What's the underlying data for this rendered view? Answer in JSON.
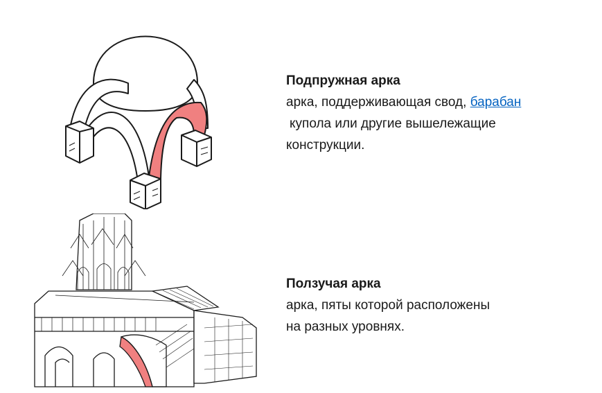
{
  "colors": {
    "highlight": "#f08080",
    "link": "#0563c1",
    "ink": "#1a1a1a"
  },
  "block1": {
    "term": "Подпружная арка",
    "def_line1": "арка, поддерживающая свод,",
    "link_text": "барабан",
    "def_line2": "купола или другие вышележащие",
    "def_line3": "конструкции."
  },
  "block2": {
    "term": "Ползучая арка",
    "def_line1": "арка, пяты которой расположены",
    "def_line2": "на разных уровнях."
  }
}
